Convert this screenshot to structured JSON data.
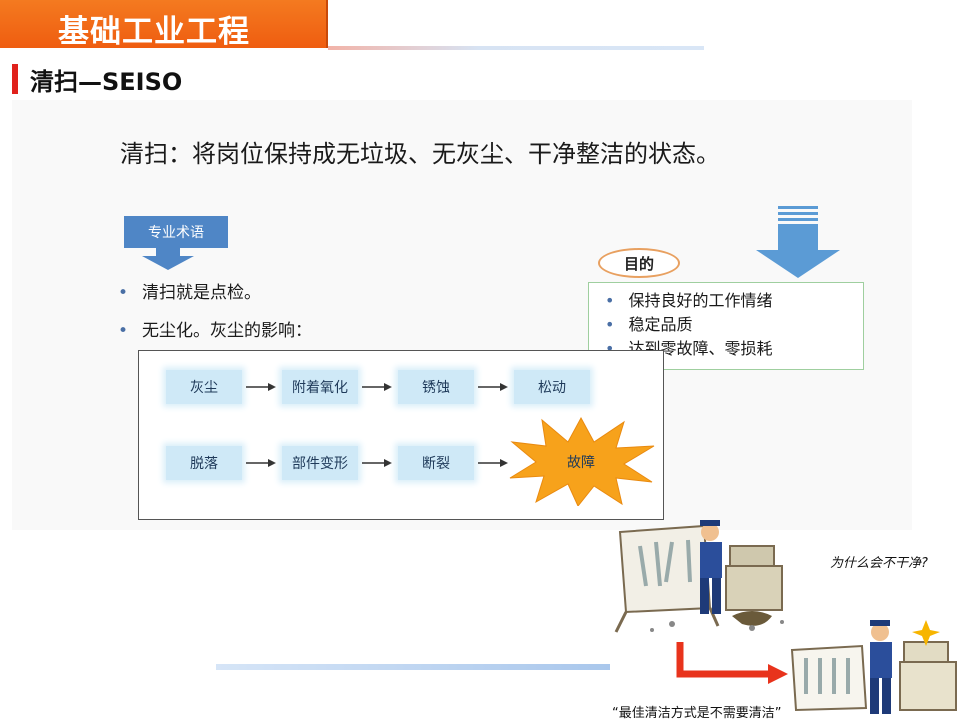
{
  "header": {
    "title": "基础工业工程"
  },
  "section": {
    "title": "清扫—SEISO"
  },
  "definition": "清扫：将岗位保持成无垃圾、无灰尘、干净整洁的状态。",
  "terminology": {
    "badge": "专业术语",
    "bullets": [
      "清扫就是点检。",
      "无尘化。灰尘的影响："
    ]
  },
  "purpose": {
    "label": "目的",
    "items": [
      "保持良好的工作情绪",
      "稳定品质",
      "达到零故障、零损耗"
    ]
  },
  "flow": {
    "row1": [
      "灰尘",
      "附着氧化",
      "锈蚀",
      "松动"
    ],
    "row2": [
      "脱落",
      "部件变形",
      "断裂",
      "故障"
    ]
  },
  "illustration": {
    "question": "为什么会不干净?",
    "quote": "“最佳清洁方式是不需要清洁”"
  },
  "colors": {
    "header_orange": "#f26a18",
    "accent_red": "#e0211c",
    "badge_blue": "#4f86c6",
    "node_blue": "#cfe9f7",
    "burst_orange": "#f7a21b"
  }
}
